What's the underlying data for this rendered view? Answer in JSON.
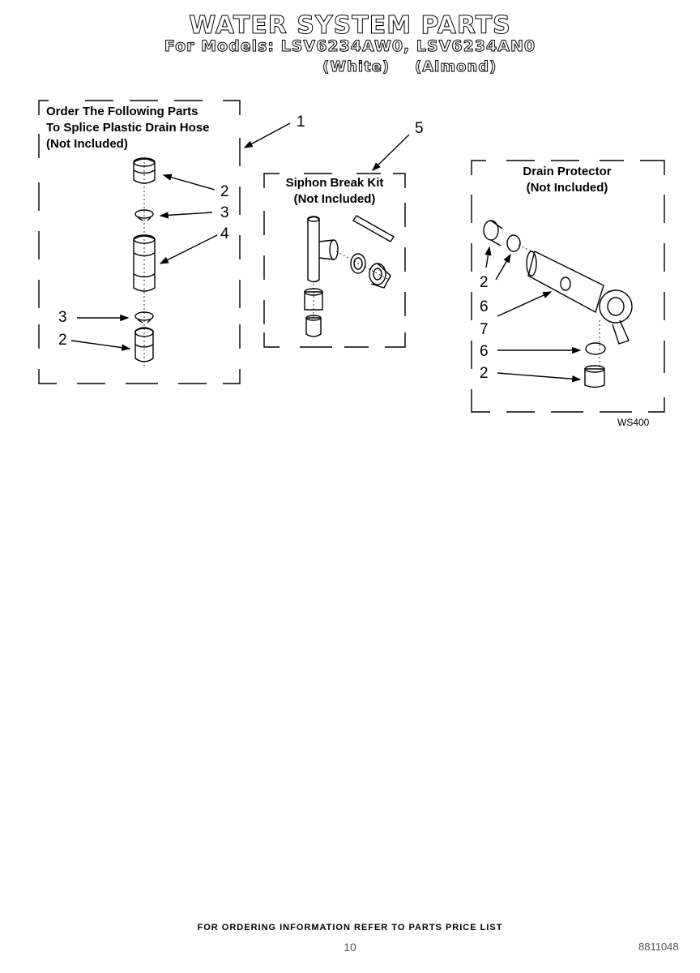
{
  "header": {
    "title": "WATER SYSTEM PARTS",
    "subtitle": "For Models: LSV6234AW0, LSV6234AN0",
    "variant_white": "(White)",
    "variant_almond": "(Almond)"
  },
  "groups": {
    "splice": {
      "line1": "Order The Following Parts",
      "line2": "To Splice Plastic Drain Hose",
      "line3": "(Not Included)"
    },
    "siphon": {
      "line1": "Siphon Break Kit",
      "line2": "(Not Included)"
    },
    "drain": {
      "line1": "Drain Protector",
      "line2": "(Not Included)"
    }
  },
  "callouts": {
    "c1": "1",
    "c5": "5",
    "s2a": "2",
    "s3a": "3",
    "s4": "4",
    "s3b": "3",
    "s2b": "2",
    "d2a": "2",
    "d6a": "6",
    "d7": "7",
    "d6b": "6",
    "d2b": "2"
  },
  "figure_code": "WS400",
  "footer": {
    "ordering": "FOR ORDERING INFORMATION REFER TO PARTS PRICE LIST",
    "page": "10",
    "doc_number": "8811048"
  }
}
